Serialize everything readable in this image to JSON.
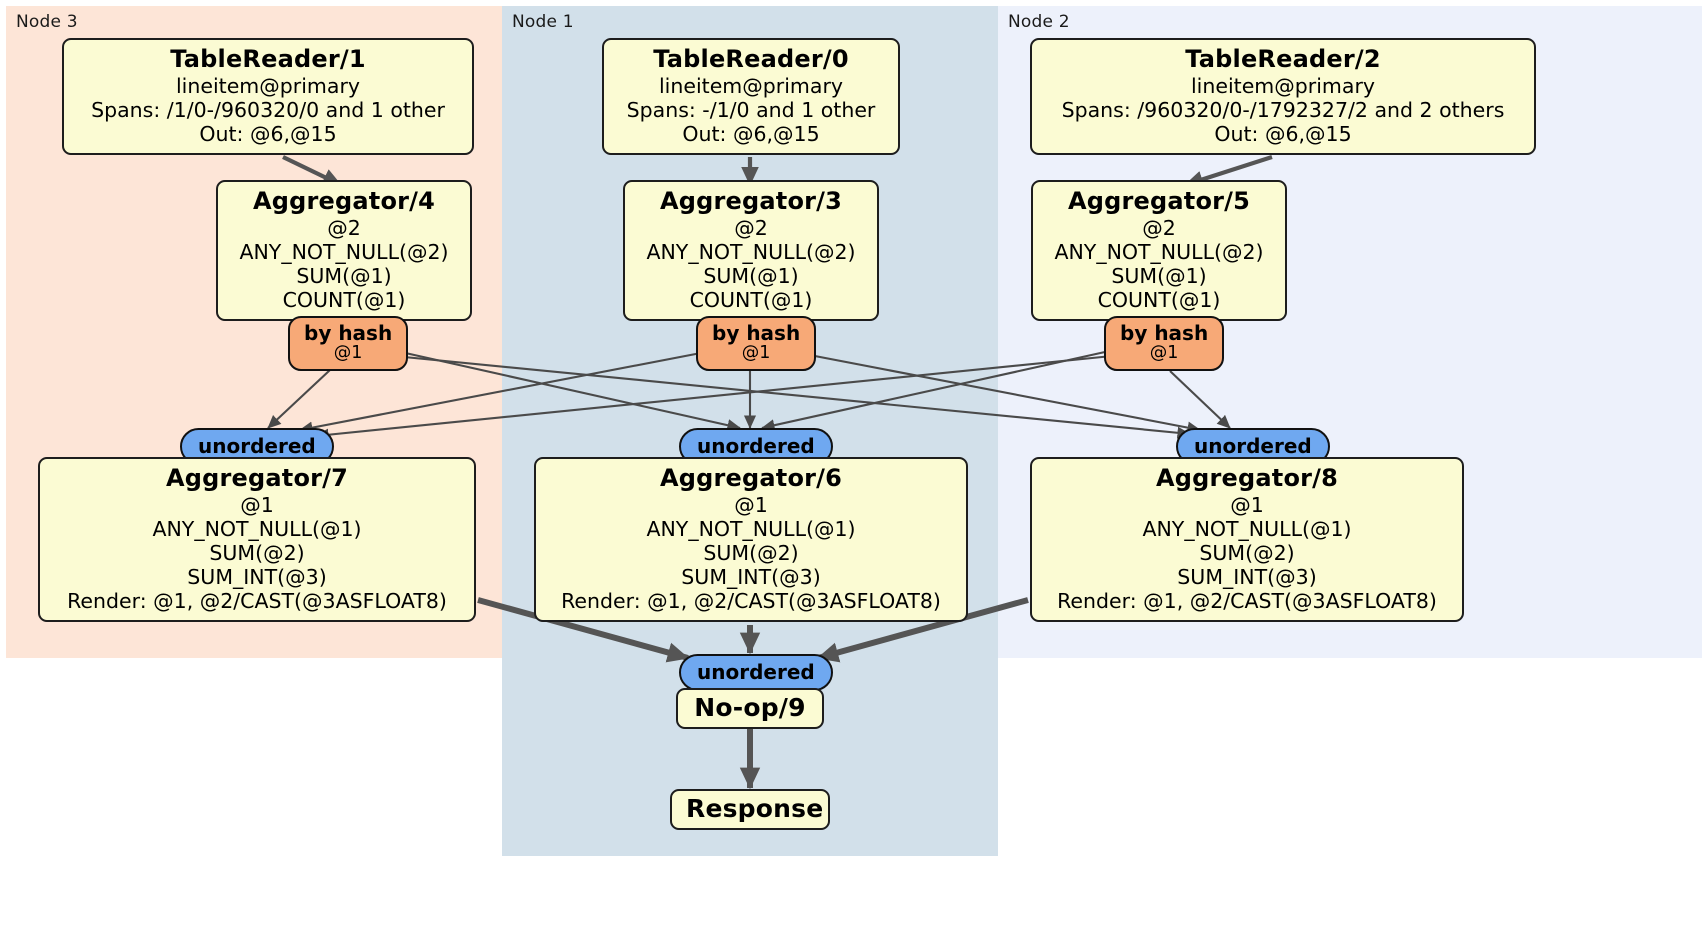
{
  "diagram": {
    "type": "distributed-query-plan",
    "colors": {
      "node3_panel": "#fde5d7",
      "node1_panel": "#d2e0ea",
      "node2_panel": "#edf1fb",
      "processor_box": "#fbfbd3",
      "hash_router": "#f7a977",
      "synchronizer": "#6fa8f0",
      "outline": "#111111",
      "edge": "#4a4a4a"
    },
    "nodes": [
      {
        "label": "Node 3"
      },
      {
        "label": "Node 1"
      },
      {
        "label": "Node 2"
      }
    ],
    "processors": {
      "table_reader_1": {
        "title": "TableReader/1",
        "lines": [
          "lineitem@primary",
          "Spans: /1/0-/960320/0 and 1 other",
          "Out: @6,@15"
        ]
      },
      "table_reader_0": {
        "title": "TableReader/0",
        "lines": [
          "lineitem@primary",
          "Spans: -/1/0 and 1 other",
          "Out: @6,@15"
        ]
      },
      "table_reader_2": {
        "title": "TableReader/2",
        "lines": [
          "lineitem@primary",
          "Spans: /960320/0-/1792327/2 and 2 others",
          "Out: @6,@15"
        ]
      },
      "aggregator_4": {
        "title": "Aggregator/4",
        "lines": [
          "@2",
          "ANY_NOT_NULL(@2)",
          "SUM(@1)",
          "COUNT(@1)"
        ]
      },
      "aggregator_3": {
        "title": "Aggregator/3",
        "lines": [
          "@2",
          "ANY_NOT_NULL(@2)",
          "SUM(@1)",
          "COUNT(@1)"
        ]
      },
      "aggregator_5": {
        "title": "Aggregator/5",
        "lines": [
          "@2",
          "ANY_NOT_NULL(@2)",
          "SUM(@1)",
          "COUNT(@1)"
        ]
      },
      "aggregator_7": {
        "title": "Aggregator/7",
        "lines": [
          "@1",
          "ANY_NOT_NULL(@1)",
          "SUM(@2)",
          "SUM_INT(@3)",
          "Render: @1, @2/CAST(@3ASFLOAT8)"
        ]
      },
      "aggregator_6": {
        "title": "Aggregator/6",
        "lines": [
          "@1",
          "ANY_NOT_NULL(@1)",
          "SUM(@2)",
          "SUM_INT(@3)",
          "Render: @1, @2/CAST(@3ASFLOAT8)"
        ]
      },
      "aggregator_8": {
        "title": "Aggregator/8",
        "lines": [
          "@1",
          "ANY_NOT_NULL(@1)",
          "SUM(@2)",
          "SUM_INT(@3)",
          "Render: @1, @2/CAST(@3ASFLOAT8)"
        ]
      },
      "noop_9": {
        "title": "No-op/9"
      },
      "response": {
        "title": "Response"
      }
    },
    "routers": {
      "hash_left": {
        "kind": "by hash",
        "column": "@1"
      },
      "hash_center": {
        "kind": "by hash",
        "column": "@1"
      },
      "hash_right": {
        "kind": "by hash",
        "column": "@1"
      }
    },
    "synchronizers": {
      "sync_left": "unordered",
      "sync_center": "unordered",
      "sync_right": "unordered",
      "sync_final": "unordered"
    }
  }
}
